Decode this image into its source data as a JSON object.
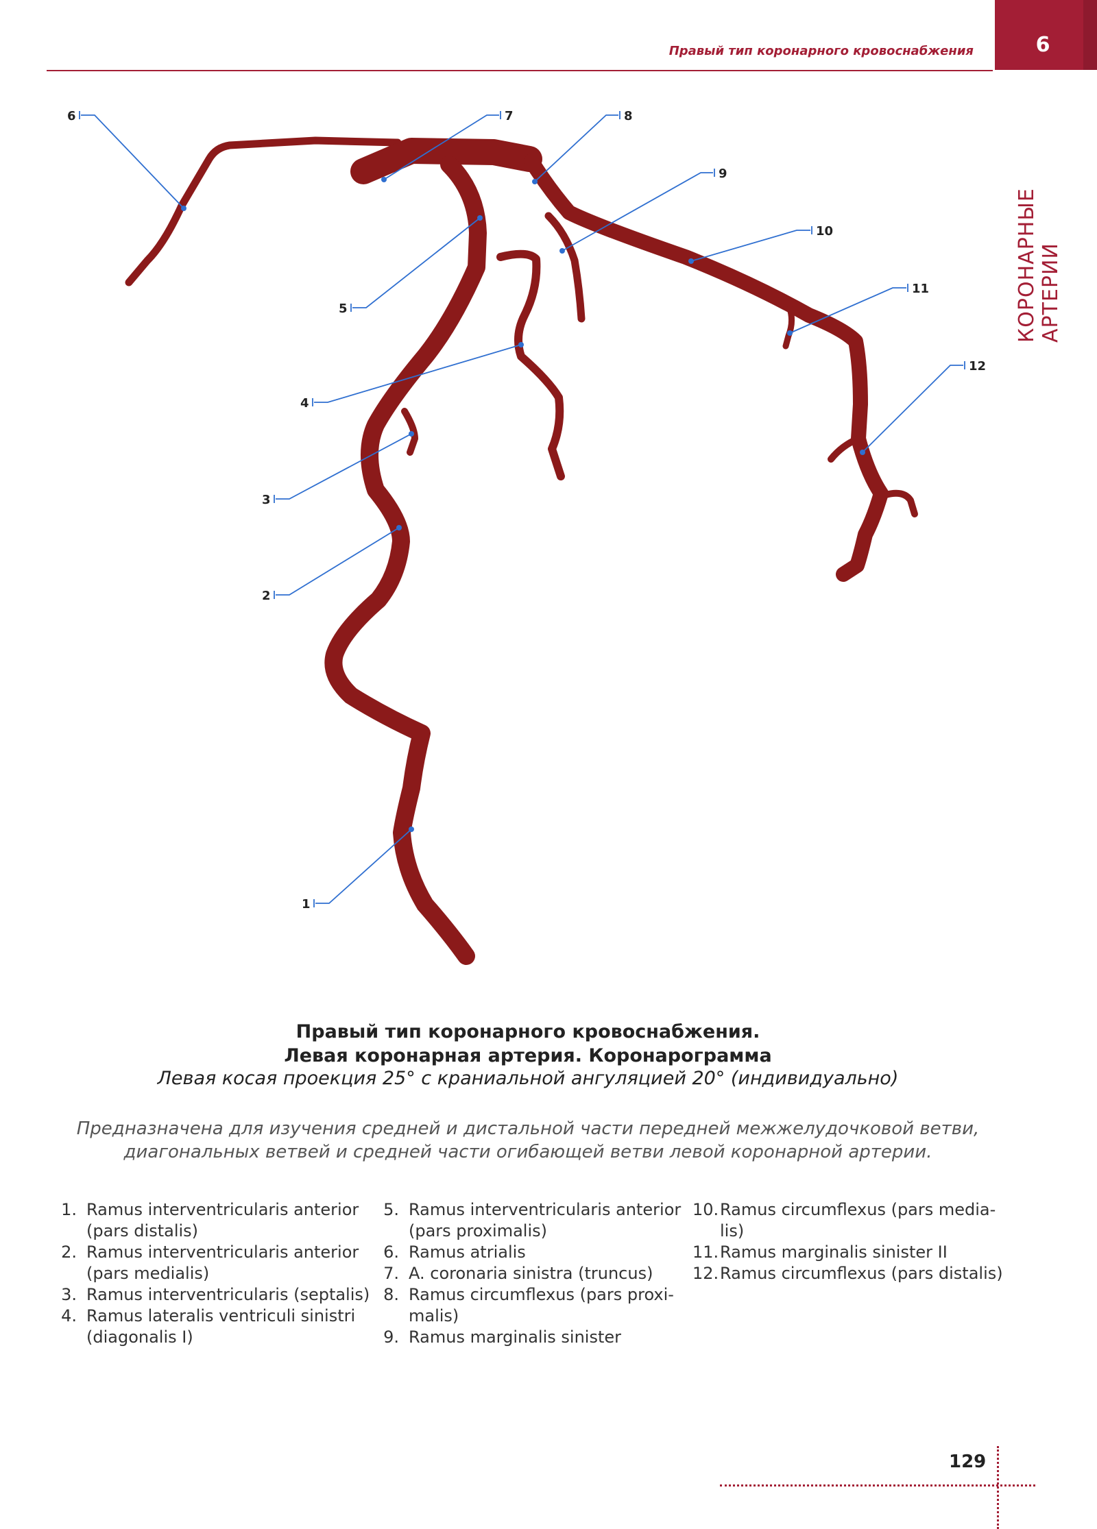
{
  "header": {
    "running_title": "Правый тип коронарного кровоснабжения",
    "chapter_number": "6",
    "side_title": "КОРОНАРНЫЕ АРТЕРИИ"
  },
  "diagram": {
    "vessel_color": "#8b1a1a",
    "leader_color": "#2f6fd0",
    "callouts": [
      "1",
      "2",
      "3",
      "4",
      "5",
      "6",
      "7",
      "8",
      "9",
      "10",
      "11",
      "12"
    ]
  },
  "caption": {
    "title_line1": "Правый тип коронарного кровоснабжения.",
    "title_line2": "Левая коронарная артерия. Коронарограмма",
    "subtitle": "Левая косая проекция 25° с краниальной ангуляцией 20° (индивидуально)",
    "description_line1": "Предназначена для изучения средней и дистальной части передней межжелудочковой ветви,",
    "description_line2": "диагональных ветвей и средней части огибающей ветви левой коронарной артерии."
  },
  "legend": [
    {
      "num": "1.",
      "text": "Ramus interventricularis anterior (pars distalis)"
    },
    {
      "num": "2.",
      "text": "Ramus interventricularis anterior (pars medialis)"
    },
    {
      "num": "3.",
      "text": "Ramus interventricularis (septalis)"
    },
    {
      "num": "4.",
      "text": "Ramus lateralis ventriculi sinistri (diagonalis I)"
    },
    {
      "num": "5.",
      "text": "Ramus interventricularis anterior (pars proximalis)"
    },
    {
      "num": "6.",
      "text": "Ramus atrialis"
    },
    {
      "num": "7.",
      "text": "A. coronaria sinistra (truncus)"
    },
    {
      "num": "8.",
      "text": "Ramus circumflexus (pars proxi-malis)"
    },
    {
      "num": "9.",
      "text": "Ramus marginalis sinister"
    },
    {
      "num": "10.",
      "text": "Ramus circumflexus (pars media-lis)"
    },
    {
      "num": "11.",
      "text": "Ramus marginalis sinister II"
    },
    {
      "num": "12.",
      "text": "Ramus circumflexus (pars distalis)"
    }
  ],
  "footer": {
    "page_number": "129"
  },
  "colors": {
    "accent": "#a31e35"
  }
}
